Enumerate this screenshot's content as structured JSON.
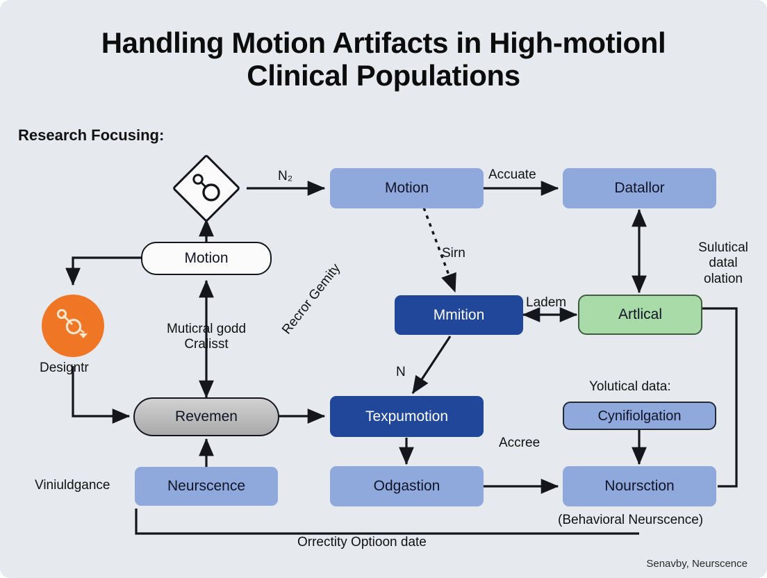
{
  "header": {
    "title": "Handling Motion Artifacts in High-motionl Clinical Populations",
    "subtitle": "Research Focusing:"
  },
  "footer": {
    "credit": "Senavby, Neurscence"
  },
  "colors": {
    "background": "#e6eaee",
    "light_blue": "#8fa9dc",
    "dark_blue": "#21479b",
    "green": "#a8dba8",
    "orange": "#ef7625",
    "gray": "#b5b5b5",
    "white": "#fbfbfb",
    "stroke": "#14161c"
  },
  "nodes": {
    "diamond_icon": {
      "icon": "molecule-icon"
    },
    "motion_white": {
      "label": "Motion"
    },
    "orange_circle": {
      "icon": "molecule-arrow-icon",
      "caption": "Designtr"
    },
    "revemen": {
      "label": "Revemen"
    },
    "neurscence": {
      "label": "Neurscence"
    },
    "motion_top": {
      "label": "Motion"
    },
    "datallor": {
      "label": "Datallor"
    },
    "mmition": {
      "label": "Mmition"
    },
    "artlical": {
      "label": "Artlical"
    },
    "texpumotion": {
      "label": "Texpumotion"
    },
    "odgastion": {
      "label": "Odgastion"
    },
    "cynifiolgation": {
      "label": "Cynifiolgation"
    },
    "noursction": {
      "label": "Noursction"
    }
  },
  "labels": {
    "n2": "N₂",
    "accuate": "Accuate",
    "recror_gemity": "Recror Gemity",
    "sirn": "Sirn",
    "ladem": "Ladem",
    "sulutical": "Sulutical datal olation",
    "muticral": "Muticral godd Cralisst",
    "n_single": "N",
    "accree": "Accree",
    "yolutical": "Yolutical data:",
    "viniuldgance": "Viniuldgance",
    "behavioral": "(Behavioral Neurscence)",
    "orrectity": "Orrectity Optioon date",
    "designtr": "Designtr"
  }
}
